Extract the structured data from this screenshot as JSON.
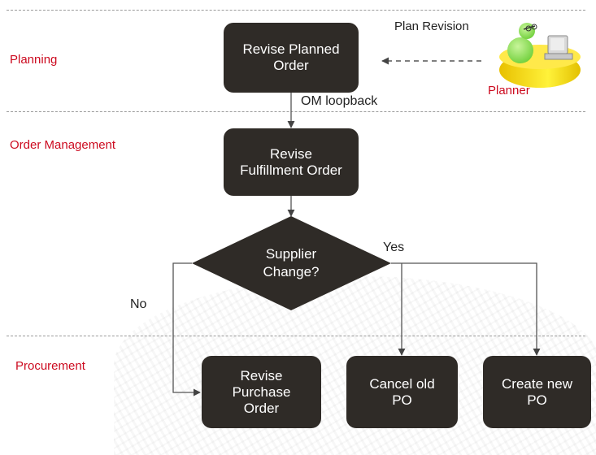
{
  "lanes": {
    "planning": "Planning",
    "order_management": "Order Management",
    "procurement": "Procurement"
  },
  "nodes": {
    "revise_planned_order": "Revise Planned\nOrder",
    "revise_fulfillment_order": "Revise\nFulfillment Order",
    "supplier_change": "Supplier\nChange?",
    "revise_purchase_order": "Revise\nPurchase\nOrder",
    "cancel_old_po": "Cancel old\nPO",
    "create_new_po": "Create new\nPO"
  },
  "edge_labels": {
    "plan_revision": "Plan Revision",
    "om_loopback": "OM loopback",
    "yes": "Yes",
    "no": "No"
  },
  "actor": {
    "label": "Planner",
    "icon": "planner-at-computer-icon"
  },
  "colors": {
    "node_fill": "#2f2b27",
    "lane_label": "#cc0a1f",
    "line": "#555555"
  }
}
